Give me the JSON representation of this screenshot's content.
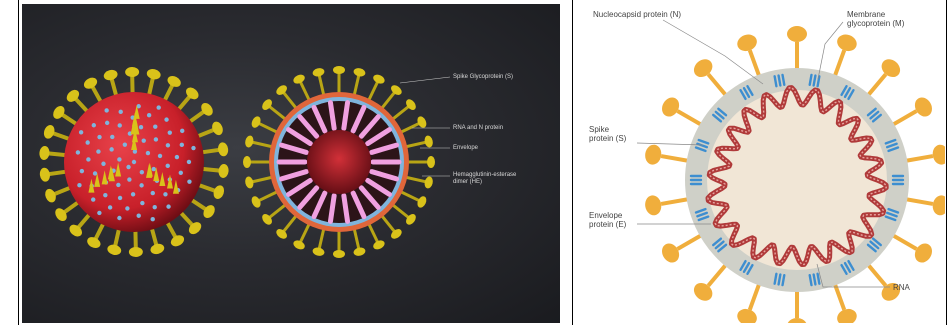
{
  "left_panel": {
    "labels": {
      "spike": "Spike Glycoprotein (S)",
      "rna": "RNA and N protein",
      "envelope": "Envelope",
      "hemagglutinin": "Hemagglutinin-esterase\ndimer (HE)"
    },
    "colors": {
      "background": "#2a2b30",
      "body": "#c8202a",
      "spike": "#d9c21a",
      "bulb": "#7fb4dc",
      "inner": "#f0a0e0"
    }
  },
  "right_panel": {
    "labels": {
      "nucleocapsid": "Nucleocapsid protein (N)",
      "membrane": "Membrane\nglycoprotein (M)",
      "spike": "Spike\nprotein (S)",
      "envelope": "Envelope\nprotein (E)",
      "rna": "RNA"
    },
    "colors": {
      "envelope": "#cfd0c8",
      "core": "#f1e6d6",
      "spike": "#f0ae3c",
      "membrane": "#3d8ed0",
      "rna": "#b03a3a"
    }
  }
}
